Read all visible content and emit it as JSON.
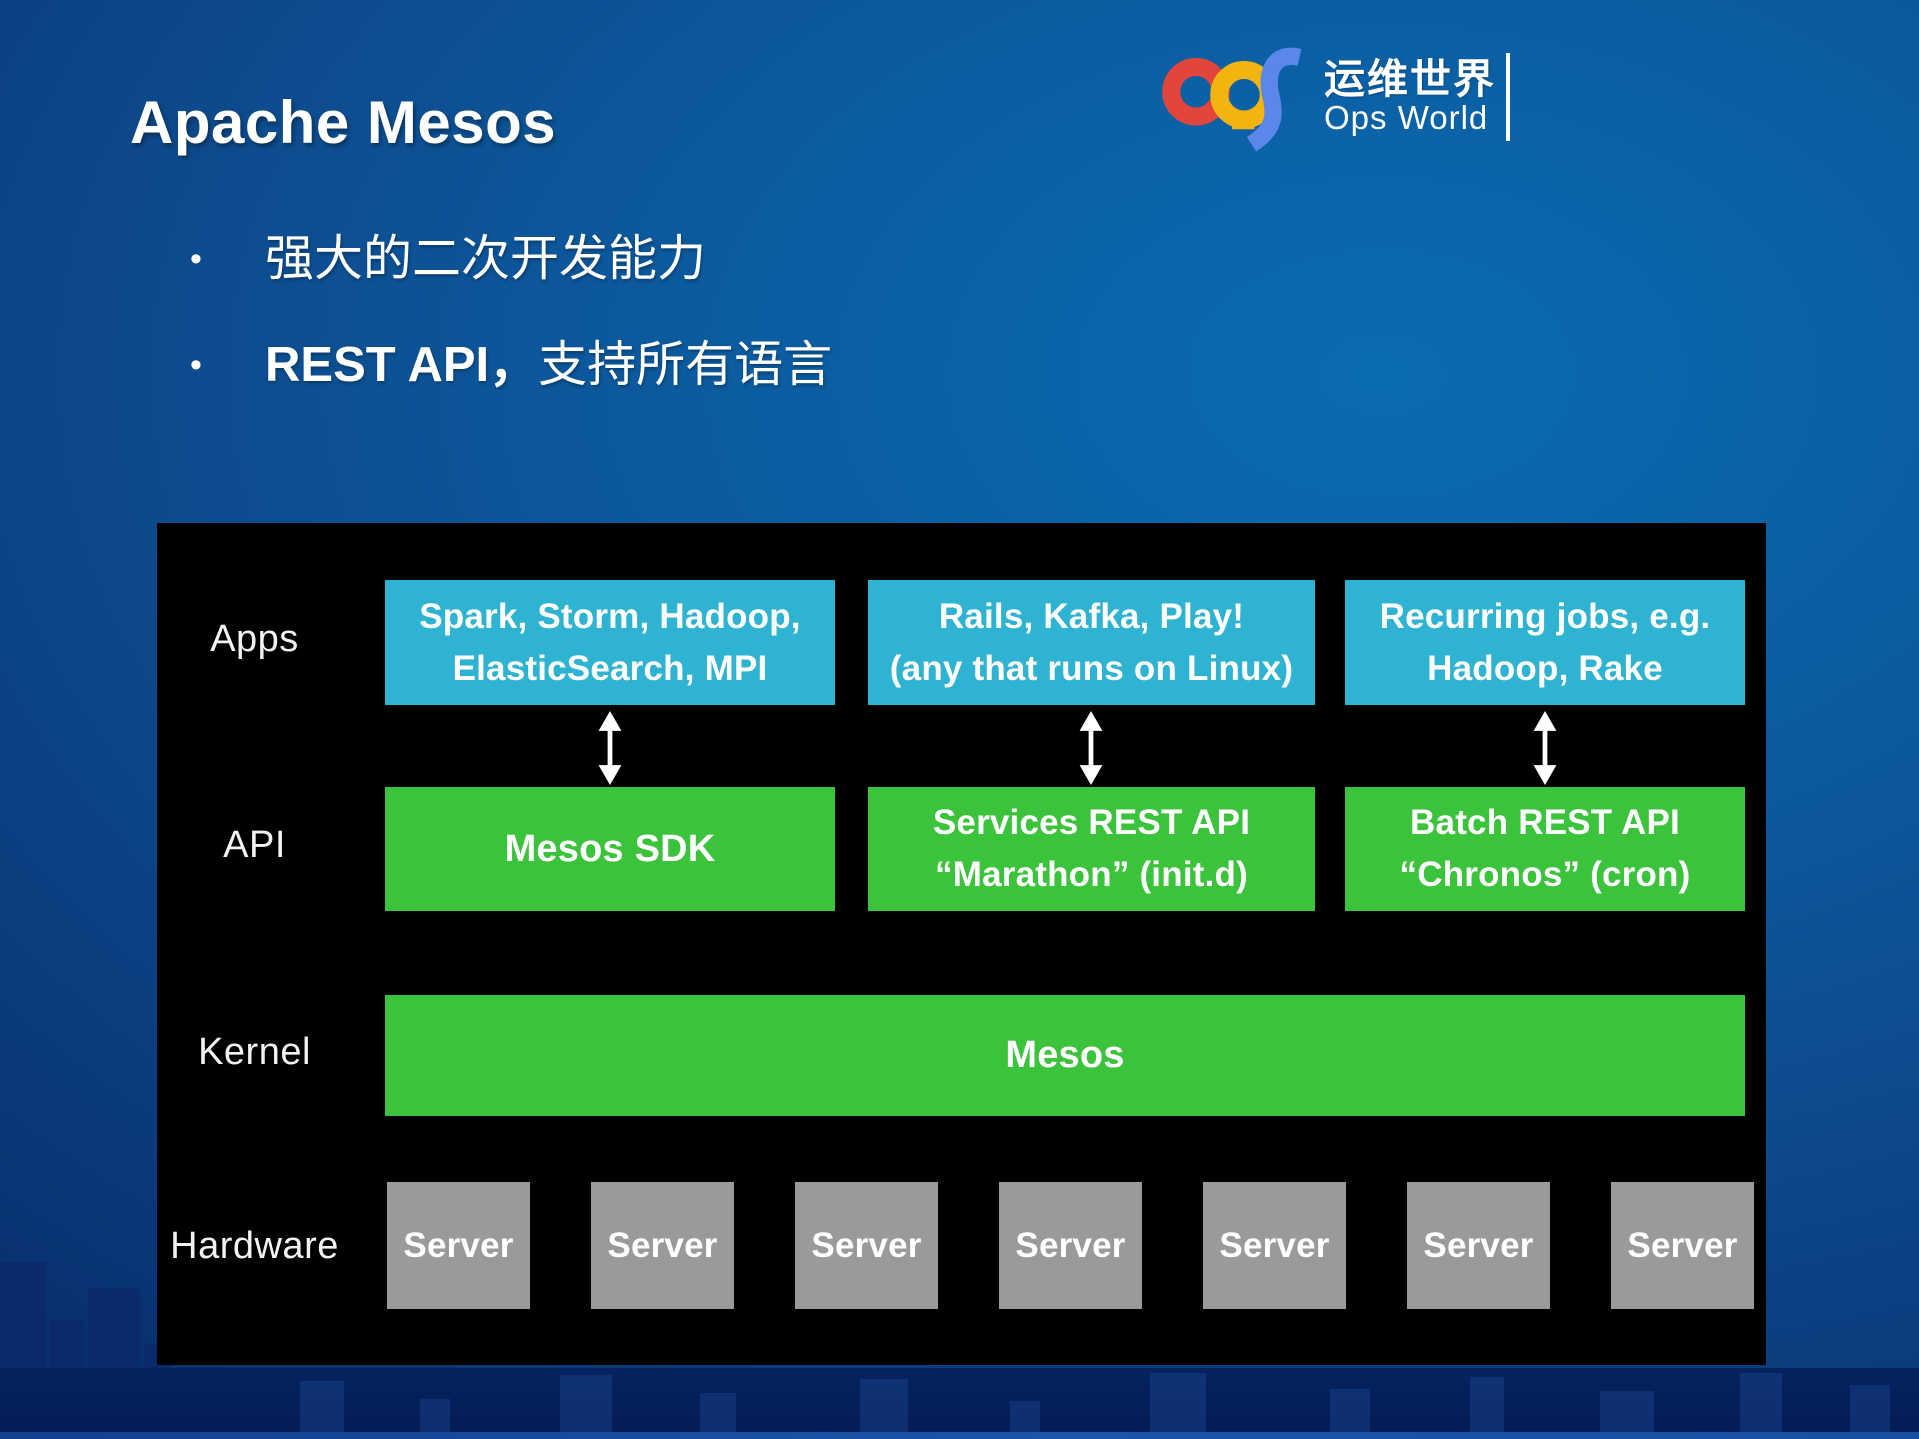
{
  "colors": {
    "cyan": "#2FB3D3",
    "green": "#3CC33C",
    "gray": "#9A9A9A",
    "panel": "#000000",
    "accent_red": "#E2453C",
    "accent_yellow": "#F2B50F",
    "accent_blue": "#5A87E9"
  },
  "slide": {
    "title": "Apache Mesos"
  },
  "logo": {
    "cn": "运维世界",
    "en": "Ops World"
  },
  "bullets": {
    "items": [
      {
        "marker": "•",
        "latin": "",
        "cn": "强大的二次开发能力"
      },
      {
        "marker": "•",
        "latin": "REST API，",
        "cn": "支持所有语言"
      }
    ]
  },
  "diagram": {
    "row_labels": {
      "apps": "Apps",
      "api": "API",
      "kernel": "Kernel",
      "hardware": "Hardware"
    },
    "apps_boxes": [
      {
        "line1": "Spark, Storm, Hadoop,",
        "line2": "ElasticSearch, MPI"
      },
      {
        "line1": "Rails, Kafka, Play!",
        "line2": "(any that runs on Linux)"
      },
      {
        "line1": "Recurring jobs, e.g.",
        "line2": "Hadoop, Rake"
      }
    ],
    "api_boxes": [
      {
        "line1": "Mesos SDK",
        "line2": ""
      },
      {
        "line1": "Services REST API",
        "line2": "“Marathon” (init.d)"
      },
      {
        "line1": "Batch REST API",
        "line2": "“Chronos” (cron)"
      }
    ],
    "kernel_box": "Mesos",
    "servers": [
      "Server",
      "Server",
      "Server",
      "Server",
      "Server",
      "Server",
      "Server"
    ]
  }
}
